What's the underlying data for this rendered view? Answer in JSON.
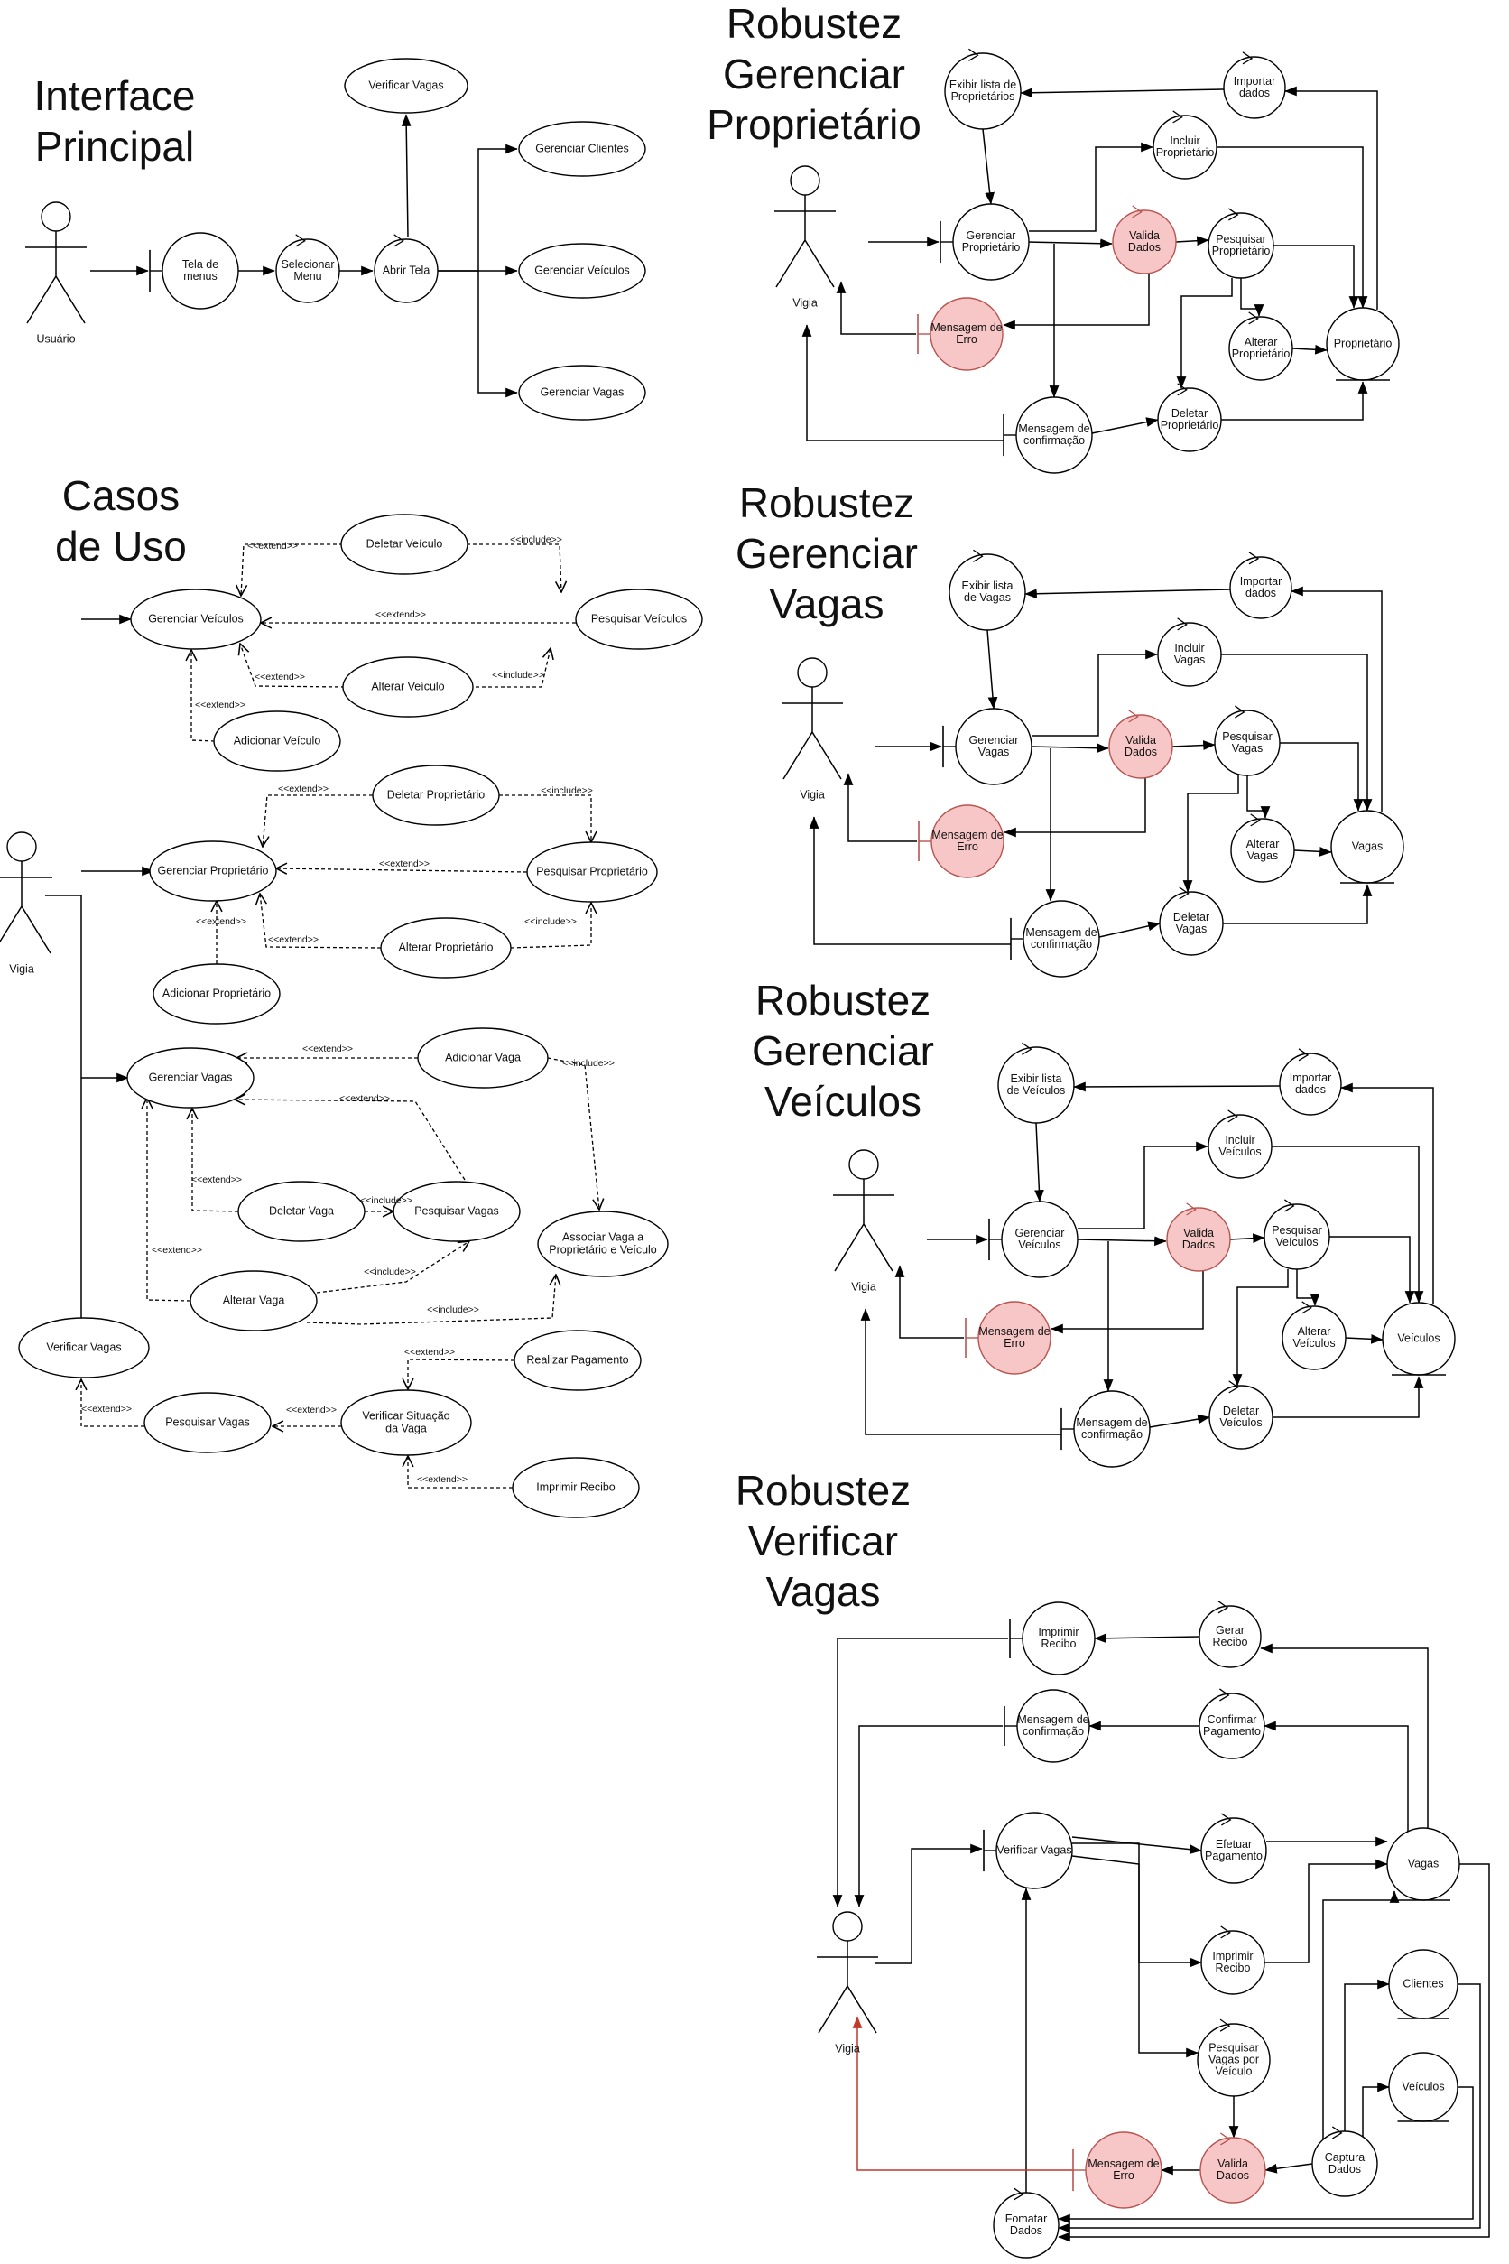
{
  "titles": {
    "interface_principal": [
      "Interface",
      "Principal"
    ],
    "casos_de_uso": [
      "Casos",
      "de Uso"
    ],
    "robustez_proprietario": [
      "Robustez",
      "Gerenciar",
      "Proprietário"
    ],
    "robustez_vagas": [
      "Robustez",
      "Gerenciar",
      "Vagas"
    ],
    "robustez_veiculos": [
      "Robustez",
      "Gerenciar",
      "Veículos"
    ],
    "robustez_verificar": [
      "Robustez",
      "Verificar",
      "Vagas"
    ]
  },
  "actors": {
    "usuario": "Usuário",
    "vigia": "Vigia"
  },
  "stereotypes": {
    "extend": "<<extend>>",
    "include": "<<include>>"
  },
  "interface": {
    "tela_menus": [
      "Tela de",
      "menus"
    ],
    "selecionar_menu": [
      "Selecionar",
      "Menu"
    ],
    "abrir_tela": [
      "Abrir Tela"
    ],
    "verificar_vagas": "Verificar Vagas",
    "gerenciar_clientes": "Gerenciar Clientes",
    "gerenciar_veiculos": "Gerenciar Veículos",
    "gerenciar_vagas": "Gerenciar Vagas"
  },
  "usecases": {
    "gerenciar_veiculos": "Gerenciar Veículos",
    "deletar_veiculo": "Deletar Veículo",
    "pesquisar_veiculos": "Pesquisar Veículos",
    "alterar_veiculo": "Alterar Veículo",
    "adicionar_veiculo": "Adicionar Veículo",
    "gerenciar_proprietario": "Gerenciar Proprietário",
    "deletar_proprietario": "Deletar Proprietário",
    "pesquisar_proprietario": "Pesquisar Proprietário",
    "alterar_proprietario": "Alterar Proprietário",
    "adicionar_proprietario": "Adicionar Proprietário",
    "gerenciar_vagas": "Gerenciar Vagas",
    "adicionar_vaga": "Adicionar Vaga",
    "deletar_vaga": "Deletar Vaga",
    "pesquisar_vagas": "Pesquisar Vagas",
    "associar_vaga": [
      "Associar Vaga a",
      "Proprietário e Veículo"
    ],
    "alterar_vaga": "Alterar Vaga",
    "verificar_vagas": "Verificar Vagas",
    "realizar_pagamento": "Realizar Pagamento",
    "pesquisar_vagas_2": "Pesquisar Vagas",
    "verificar_situacao": [
      "Verificar Situação",
      "da Vaga"
    ],
    "imprimir_recibo": "Imprimir Recibo"
  },
  "rob_proprietario": {
    "exibir": [
      "Exibir lista de",
      "Proprietários"
    ],
    "importar": [
      "Importar",
      "dados"
    ],
    "incluir": [
      "Incluir",
      "Proprietário"
    ],
    "gerenciar": [
      "Gerenciar",
      "Proprietário"
    ],
    "valida": [
      "Valida",
      "Dados"
    ],
    "pesquisar": [
      "Pesquisar",
      "Proprietário"
    ],
    "erro": [
      "Mensagem de",
      "Erro"
    ],
    "alterar": [
      "Alterar",
      "Proprietário"
    ],
    "entidade": [
      "Proprietário"
    ],
    "confirmacao": [
      "Mensagem de",
      "confirmação"
    ],
    "deletar": [
      "Deletar",
      "Proprietário"
    ]
  },
  "rob_vagas": {
    "exibir": [
      "Exibir lista",
      "de Vagas"
    ],
    "importar": [
      "Importar",
      "dados"
    ],
    "incluir": [
      "Incluir",
      "Vagas"
    ],
    "gerenciar": [
      "Gerenciar",
      "Vagas"
    ],
    "valida": [
      "Valida",
      "Dados"
    ],
    "pesquisar": [
      "Pesquisar",
      "Vagas"
    ],
    "erro": [
      "Mensagem de",
      "Erro"
    ],
    "alterar": [
      "Alterar",
      "Vagas"
    ],
    "entidade": [
      "Vagas"
    ],
    "confirmacao": [
      "Mensagem de",
      "confirmação"
    ],
    "deletar": [
      "Deletar",
      "Vagas"
    ]
  },
  "rob_veiculos": {
    "exibir": [
      "Exibir lista",
      "de Veículos"
    ],
    "importar": [
      "Importar",
      "dados"
    ],
    "incluir": [
      "Incluir",
      "Veículos"
    ],
    "gerenciar": [
      "Gerenciar",
      "Veículos"
    ],
    "valida": [
      "Valida",
      "Dados"
    ],
    "pesquisar": [
      "Pesquisar",
      "Veículos"
    ],
    "erro": [
      "Mensagem de",
      "Erro"
    ],
    "alterar": [
      "Alterar",
      "Veículos"
    ],
    "entidade": [
      "Veículos"
    ],
    "confirmacao": [
      "Mensagem de",
      "confirmação"
    ],
    "deletar": [
      "Deletar",
      "Veículos"
    ]
  },
  "rob_verificar": {
    "imprimir_recibo_b": [
      "Imprimir",
      "Recibo"
    ],
    "gerar_recibo": [
      "Gerar",
      "Recibo"
    ],
    "confirmacao": [
      "Mensagem de",
      "confirmação"
    ],
    "confirmar_pagamento": [
      "Confirmar",
      "Pagamento"
    ],
    "verificar_vagas": [
      "Verificar Vagas"
    ],
    "efetuar_pagamento": [
      "Efetuar",
      "Pagamento"
    ],
    "vagas": [
      "Vagas"
    ],
    "imprimir_recibo_c": [
      "Imprimir",
      "Recibo"
    ],
    "clientes": [
      "Clientes"
    ],
    "pesquisar": [
      "Pesquisar",
      "Vagas por",
      "Veículo"
    ],
    "veiculos": [
      "Veículos"
    ],
    "erro": [
      "Mensagem de",
      "Erro"
    ],
    "valida": [
      "Valida",
      "Dados"
    ],
    "captura": [
      "Captura",
      "Dados"
    ],
    "formatar": [
      "Fomatar",
      "Dados"
    ]
  },
  "colors": {
    "validation_fill": "#f7c6c6",
    "validation_stroke": "#b85450",
    "error_line": "#c0392b"
  }
}
